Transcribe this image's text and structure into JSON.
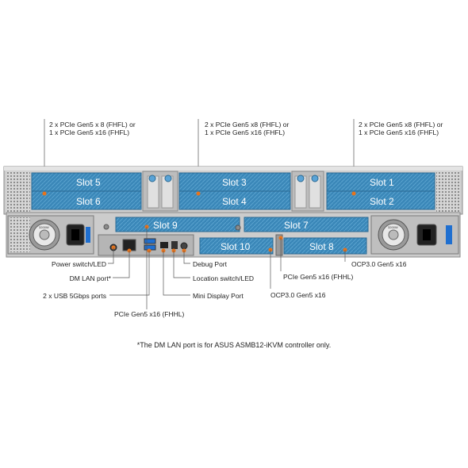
{
  "top_labels": [
    "2 x PCIe Gen5 x 8 (FHFL) or\n1 x PCIe Gen5 x16 (FHFL)",
    "2 x PCIe Gen5 x8 (FHFL) or\n1 x PCIe Gen5 x16 (FHFL)",
    "2 x PCIe Gen5 x8 (FHFL) or\n1 x PCIe Gen5 x16 (FHFL)"
  ],
  "slots": {
    "slot1": "Slot 1",
    "slot2": "Slot 2",
    "slot3": "Slot 3",
    "slot4": "Slot 4",
    "slot5": "Slot 5",
    "slot6": "Slot 6",
    "slot7": "Slot 7",
    "slot8": "Slot 8",
    "slot9": "Slot 9",
    "slot10": "Slot 10"
  },
  "left_labels": {
    "power": "Power switch/LED",
    "dm_lan": "DM LAN port*",
    "usb": "2 x USB 5Gbps ports"
  },
  "middle_labels": {
    "debug": "Debug Port",
    "location": "Location switch/LED",
    "mini_dp": "Mini Display Port",
    "pcie_bottom": "PCIe Gen5 x16 (FHHL)"
  },
  "right_labels": {
    "pcie_fhhl": "PCIe Gen5 x16 (FHHL)",
    "ocp_slot8": "OCP3.0 Gen5 x16",
    "ocp_slot10": "OCP3.0 Gen5 x16"
  },
  "psu_label": "3200W",
  "footnote": "*The DM LAN port is for ASUS ASMB12-iKVM controller only.",
  "colors": {
    "slot_blue": "#3a87b8",
    "chassis_gray": "#c9c9c9",
    "callout_orange": "#e8741c",
    "psu_blue": "#1f6fd0"
  }
}
